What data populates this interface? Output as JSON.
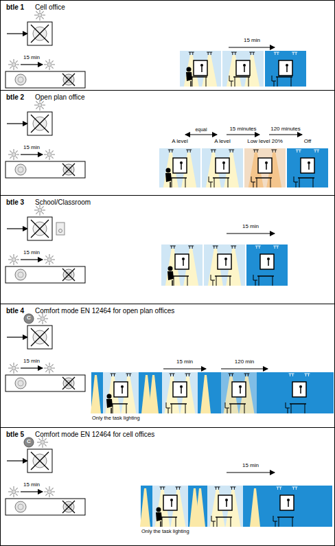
{
  "diagram": {
    "nodes": [
      {
        "text": [
          "btle 1",
          "Cell office"
        ]
      },
      {
        "text": [
          "btle 2",
          "Open plan office"
        ]
      },
      {
        "text": [
          "btle 3",
          "School/Classroom"
        ]
      },
      {
        "text": [
          "btle 4",
          "Comfort mode EN 12464 for open plan offices"
        ]
      },
      {
        "text": [
          "btle 5",
          "Comfort mode EN 12464 for cell offices"
        ]
      }
    ],
    "labels": [
      "15 min",
      "15 min",
      "15 min",
      "equal",
      "15 minutes",
      "120 minutes",
      "A level",
      "A level",
      "Low level 20%",
      "Off",
      "15 min",
      "15 min",
      "C",
      "15 min",
      "15 min",
      "120 min",
      "Only the task lighting",
      "C",
      "15 min",
      "15 min",
      "Only the task lighting"
    ]
  }
}
